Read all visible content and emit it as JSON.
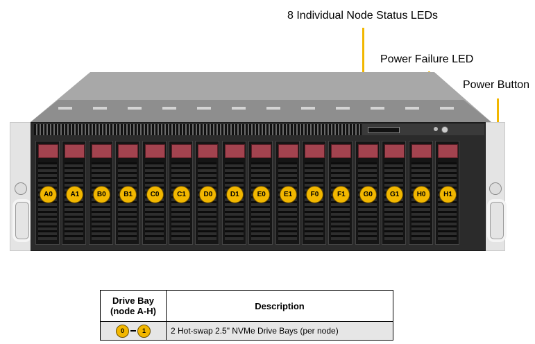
{
  "callouts": {
    "node_status": "8 Individual  Node Status  LEDs",
    "power_failure": "Power Failure LED",
    "power_button": "Power Button"
  },
  "colors": {
    "accent": "#f2b700",
    "latch": "#a3434f"
  },
  "bays": [
    "A0",
    "A1",
    "B0",
    "B1",
    "C0",
    "C1",
    "D0",
    "D1",
    "E0",
    "E1",
    "F0",
    "F1",
    "G0",
    "G1",
    "H0",
    "H1"
  ],
  "legend": {
    "headers": [
      "Drive Bay\n(node A-H)",
      "Description"
    ],
    "header_line1": "Drive Bay",
    "header_line2": "(node A-H)",
    "header_desc": "Description",
    "row": {
      "badge_start": "0",
      "badge_end": "1",
      "description": "2 Hot-swap  2.5\" NVMe Drive  Bays (per node)"
    }
  }
}
